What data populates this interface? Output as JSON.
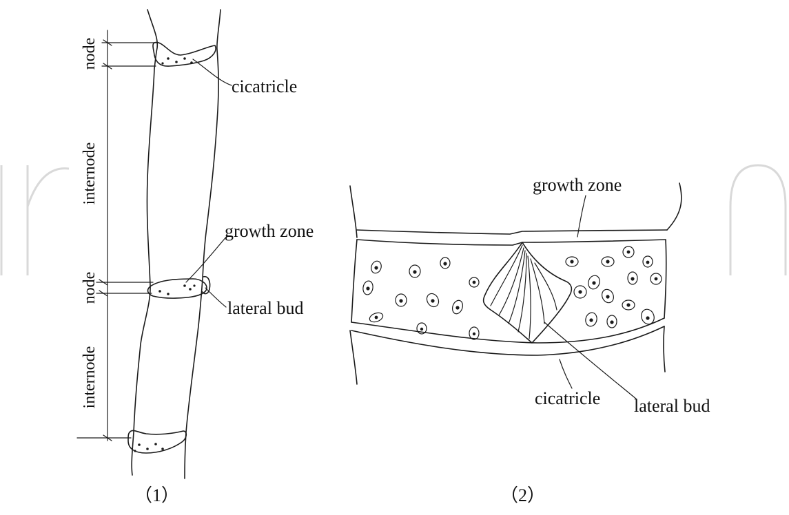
{
  "labels": {
    "node_top": "node",
    "internode_upper": "internode",
    "node_mid": "node",
    "internode_lower": "internode",
    "cicatricle_left": "cicatricle",
    "growth_zone_left": "growth zone",
    "lateral_bud_left": "lateral bud",
    "growth_zone_right": "growth zone",
    "cicatricle_right": "cicatricle",
    "lateral_bud_right": "lateral bud"
  },
  "panels": {
    "left": "（1）",
    "right": "（2）"
  },
  "colors": {
    "ink": "#1a1a1a",
    "background": "#ffffff",
    "watermark": "#d9d9d9"
  }
}
